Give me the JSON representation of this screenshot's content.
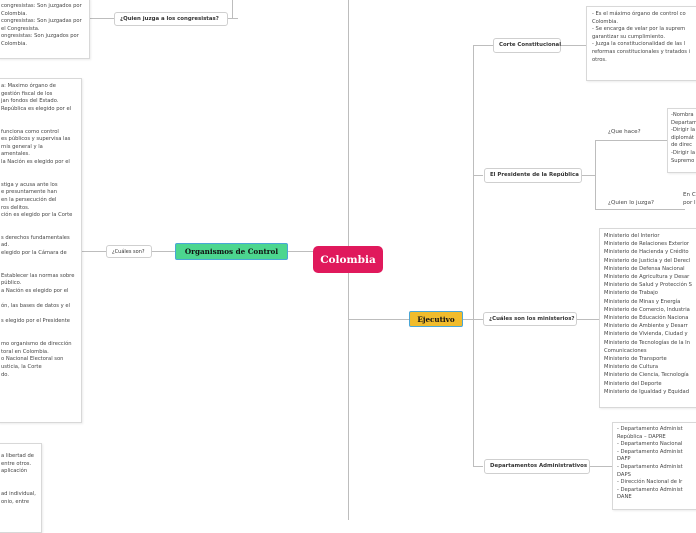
{
  "root": {
    "label": "Colombia",
    "color": "#e0195c"
  },
  "left": {
    "congresistas_question": "¿Quien juzga a los congresistas?",
    "congresistas_box": [
      "congresistas: Son juzgados por",
      "Colombia.",
      "congresistas: Son juzgadas por",
      "el Congresista.",
      "ongresistas: Son juzgados por",
      "Colombia."
    ],
    "organismos": {
      "label": "Organismos de Control",
      "color": "#4cd68f"
    },
    "organismos_question": "¿Cuáles son?",
    "organismos_box": [
      "a: Maximo órgano de",
      "gestión fiscal de los",
      "jan fondos del Estado.",
      "República es elegido por el",
      "",
      "",
      "funciona como control",
      "es públicos y supervisa las",
      "rnis general y la",
      "amentales.",
      "la Nación es elegido por el",
      "",
      "",
      "stiga y acusa ante los",
      "e presuntamente han",
      "en la persecución del",
      "ros delitos.",
      "ción es elegido por la Corte",
      "",
      "",
      "s derechos fundamentales",
      "ad.",
      "elegido por la Cámara de",
      "",
      "",
      "Establecer las normas sobre",
      "público.",
      "a Nación es elegido por el",
      "",
      "ón, las bases de datos y el",
      "",
      "s elegido por el Presidente",
      "",
      "",
      "mo organismo de dirección",
      "toral en Colombia.",
      "o Nacional Electoral son",
      "usticia, la Corte",
      "do."
    ],
    "bottom_box": [
      "a libertad de",
      "entre otros.",
      "aplicación",
      "",
      "",
      "ad individual,",
      "onio, entre"
    ]
  },
  "right": {
    "corte": {
      "label": "Corte Constitucional",
      "box": [
        "-      Es el máximo órgano de control co",
        "Colombia.",
        "-      Se encarga de velar por la suprem",
        "garantizar su cumplimiento.",
        "-      Juzga la constitucionalidad de las l",
        "reformas constitucionales y tratados i",
        "otros."
      ]
    },
    "presidente": {
      "label": "El Presidente de la República",
      "que_hace": "¿Que hace?",
      "que_hace_box": [
        "-Nombra",
        "Departam",
        "-Dirigir la",
        "diplomát",
        "de direc",
        "-Dirigir la",
        "Supremo"
      ],
      "quien_juzga": "¿Quien lo juzga?",
      "quien_juzga_text": [
        "En C",
        "por l"
      ]
    },
    "ejecutivo": {
      "label": "Ejecutivo",
      "color": "#f0bc2c"
    },
    "ministerios": {
      "question": "¿Cuáles son los ministerios?",
      "items": [
        "Ministerio del Interior",
        "Ministerio de Relaciones Exterior",
        "Ministerio de Hacienda y Crédito",
        "Ministerio de Justicia y del Derecl",
        "Ministerio de Defensa Nacional",
        "Ministerio de Agricultura y Desar",
        "Ministerio de Salud y Protección S",
        "Ministerio de Trabajo",
        "Ministerio de Minas y Energía",
        "Ministerio de Comercio, Industria",
        "Ministerio de Educación Naciona",
        "Ministerio de Ambiente y Desarr",
        "Ministerio de Vivienda, Ciudad y",
        "Ministerio de Tecnologías de la In",
        "Comunicaciones",
        "Ministerio de Transporte",
        "Ministerio de Cultura",
        "Ministerio de Ciencia, Tecnología",
        "Ministerio del Deporte",
        "Ministerio de Igualdad y Equidad"
      ]
    },
    "departamentos": {
      "label": "Departamentos Administrativos",
      "box": [
        "-      Departamento Administ",
        "República – DAPRE",
        "-      Departamento Nacional",
        "-      Departamento Administ",
        "DAFP",
        "-      Departamento Administ",
        "DAPS",
        "-      Dirección Nacional de Ir",
        "-      Departamento Administ",
        "DANE"
      ]
    }
  }
}
